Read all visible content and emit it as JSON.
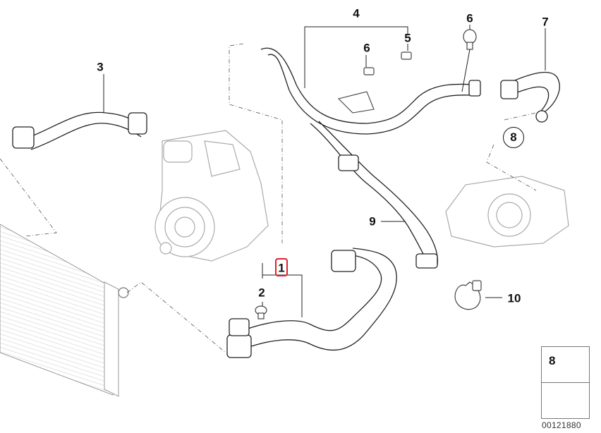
{
  "diagram": {
    "title": "Cooling system water hoses",
    "labels": {
      "l1": "1",
      "l2": "2",
      "l3": "3",
      "l4": "4",
      "l5": "5",
      "l6a": "6",
      "l6b": "6",
      "l7": "7",
      "l8": "8",
      "l9": "9",
      "l10": "10"
    },
    "highlighted_part": "1",
    "highlight_color": "#e0202a",
    "legend": {
      "part_number": "8",
      "part_icon": "hose-clamp-icon",
      "direction_icon": "arrow-icon"
    },
    "document_number": "00121880"
  }
}
